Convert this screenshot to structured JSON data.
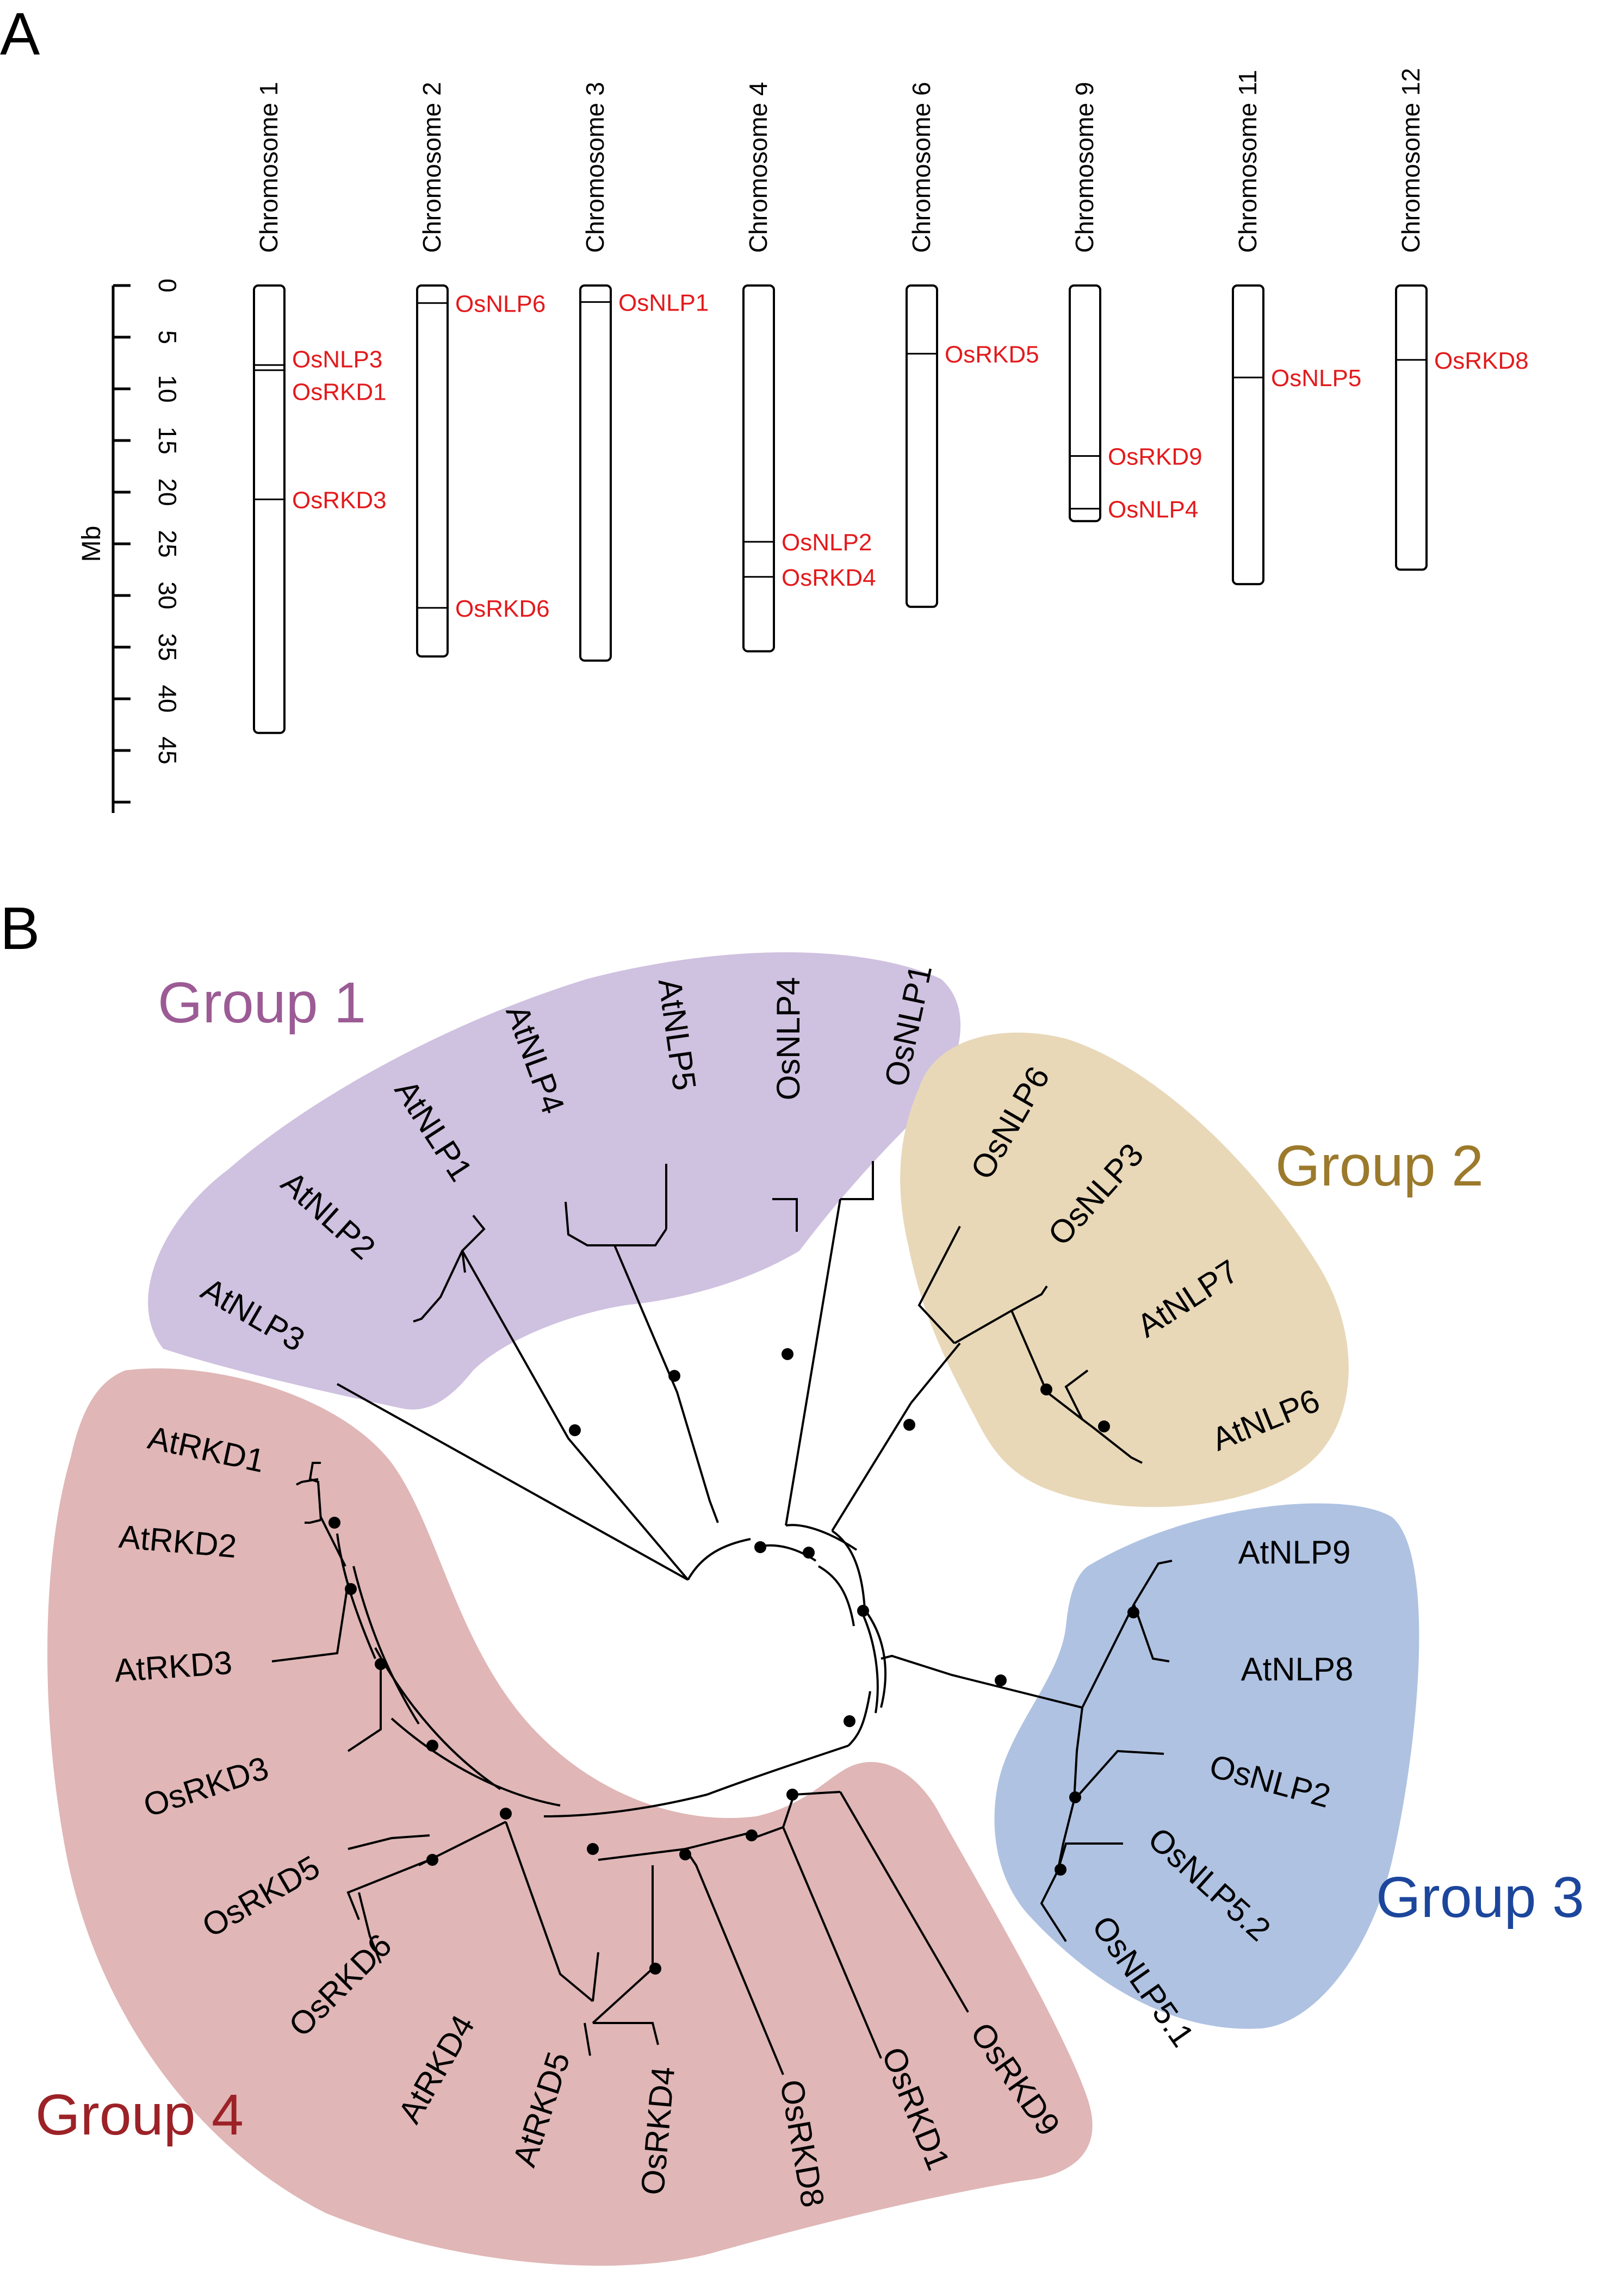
{
  "panels": {
    "a": "A",
    "b": "B"
  },
  "chromosome_map": {
    "axis_unit": "Mb",
    "ticks": [
      0,
      5,
      10,
      15,
      20,
      25,
      30,
      35,
      40,
      45
    ],
    "gene_color": "#e31a1c",
    "chromosomes": [
      {
        "title": "Chromosome 1",
        "length_mb": 43.3,
        "genes": [
          {
            "name": "OsNLP3",
            "pos_mb": 7.7
          },
          {
            "name": "OsRKD1",
            "pos_mb": 8.2
          },
          {
            "name": "OsRKD3",
            "pos_mb": 20.7
          }
        ]
      },
      {
        "title": "Chromosome 2",
        "length_mb": 35.9,
        "genes": [
          {
            "name": "OsNLP6",
            "pos_mb": 1.7
          },
          {
            "name": "OsRKD6",
            "pos_mb": 31.2
          }
        ]
      },
      {
        "title": "Chromosome 3",
        "length_mb": 36.3,
        "genes": [
          {
            "name": "OsNLP1",
            "pos_mb": 1.6
          }
        ]
      },
      {
        "title": "Chromosome 4",
        "length_mb": 35.4,
        "genes": [
          {
            "name": "OsNLP2",
            "pos_mb": 24.8
          },
          {
            "name": "OsRKD4",
            "pos_mb": 28.2
          }
        ]
      },
      {
        "title": "Chromosome 6",
        "length_mb": 31.1,
        "genes": [
          {
            "name": "OsRKD5",
            "pos_mb": 6.6
          }
        ]
      },
      {
        "title": "Chromosome 9",
        "length_mb": 22.8,
        "genes": [
          {
            "name": "OsRKD9",
            "pos_mb": 16.5
          },
          {
            "name": "OsNLP4",
            "pos_mb": 21.6
          }
        ]
      },
      {
        "title": "Chromosome 11",
        "length_mb": 28.9,
        "genes": [
          {
            "name": "OsNLP5",
            "pos_mb": 8.9
          }
        ]
      },
      {
        "title": "Chromosome 12",
        "length_mb": 27.5,
        "genes": [
          {
            "name": "OsRKD8",
            "pos_mb": 7.2
          }
        ]
      }
    ]
  },
  "phylogeny": {
    "groups": [
      {
        "name": "Group 1",
        "fill": "#cfc1e0",
        "label_color": "#9c5b95"
      },
      {
        "name": "Group 2",
        "fill": "#e8d8b8",
        "label_color": "#9c7a2c"
      },
      {
        "name": "Group 3",
        "fill": "#afc2e2",
        "label_color": "#1c469c"
      },
      {
        "name": "Group 4",
        "fill": "#e0b6b6",
        "label_color": "#9c2227"
      }
    ],
    "leaves": [
      "OsNLP1",
      "OsNLP4",
      "AtNLP5",
      "AtNLP4",
      "AtNLP1",
      "AtNLP2",
      "AtNLP3",
      "OsNLP6",
      "OsNLP3",
      "AtNLP7",
      "AtNLP6",
      "AtNLP9",
      "AtNLP8",
      "OsNLP2",
      "OsNLP5.2",
      "OsNLP5.1",
      "AtRKD1",
      "AtRKD2",
      "AtRKD3",
      "OsRKD3",
      "OsRKD5",
      "OsRKD6",
      "AtRKD4",
      "AtRKD5",
      "OsRKD4",
      "OsRKD8",
      "OsRKD1",
      "OsRKD9"
    ]
  }
}
